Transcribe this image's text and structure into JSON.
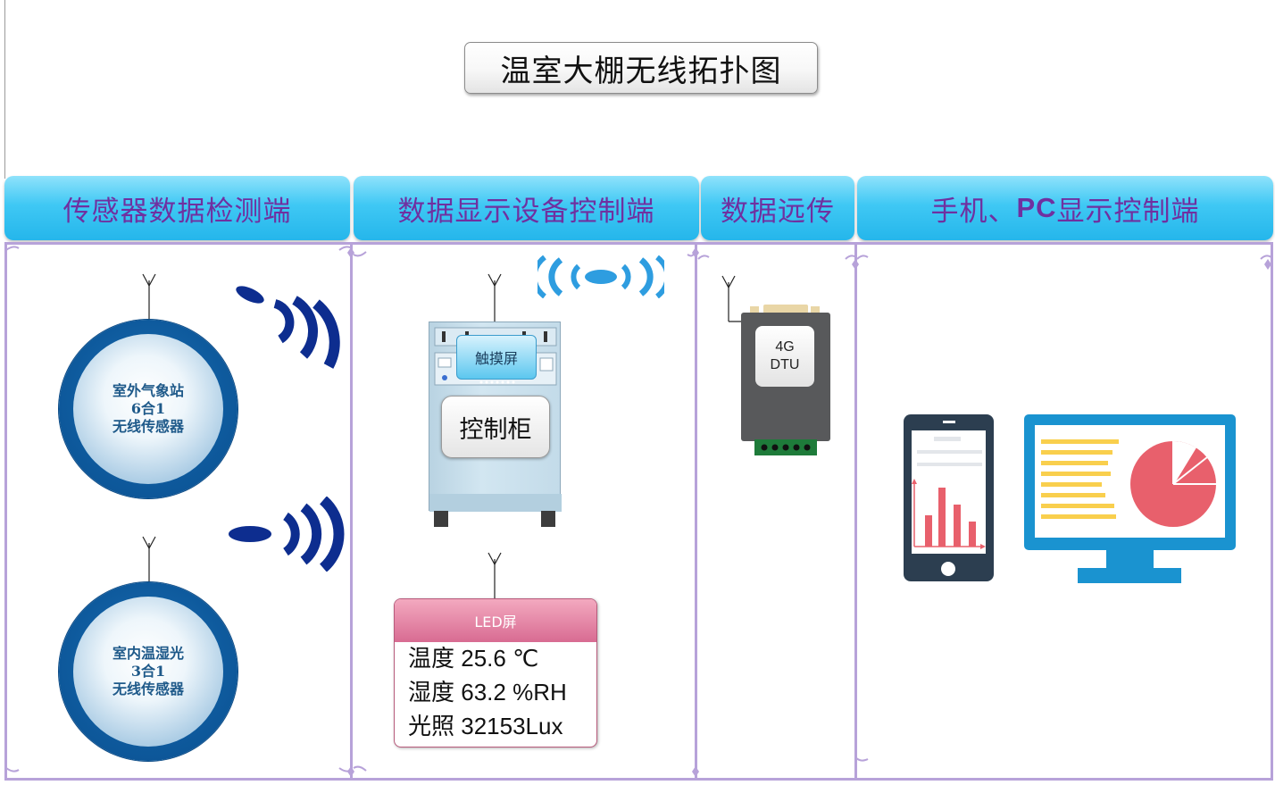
{
  "title": "温室大棚无线拓扑图",
  "columns": [
    {
      "label": "传感器数据检测端"
    },
    {
      "label": "数据显示设备控制端"
    },
    {
      "label": "数据远传"
    },
    {
      "label_prefix": "手机、",
      "label_bold": "PC",
      "label_suffix": "显示控制端"
    }
  ],
  "sensors": [
    {
      "line1": "室外气象站",
      "line2": "6合1",
      "line3": "无线传感器"
    },
    {
      "line1": "室内温湿光",
      "line2": "3合1",
      "line3": "无线传感器"
    }
  ],
  "control_cabinet": {
    "touch_label": "触摸屏",
    "label": "控制柜"
  },
  "led_screen": {
    "header": "LED屏",
    "rows": [
      {
        "label": "温度",
        "value": "25.6 ℃"
      },
      {
        "label": "湿度",
        "value": "63.2 %RH"
      },
      {
        "label": "光照",
        "value": "32153Lux"
      }
    ]
  },
  "dtu": {
    "line1": "4G",
    "line2": "DTU"
  },
  "colors": {
    "header_text": "#7030a0",
    "header_fill": "#3fc8f4",
    "panel_border": "#b7a2d9",
    "signal_dark": "#0d2d8f",
    "signal_light": "#2e9de0",
    "sensor_ring": "#0e5a9d",
    "led_header": "#d86b92",
    "phone_body": "#2c3e50",
    "monitor_body": "#1a93d0",
    "chart_bar": "#e8606c",
    "text_lines": "#f9cf4d"
  },
  "icons": {
    "antenna": "antenna-icon",
    "wireless": "wireless-signal-icon",
    "phone": "smartphone-icon",
    "monitor": "monitor-icon"
  }
}
